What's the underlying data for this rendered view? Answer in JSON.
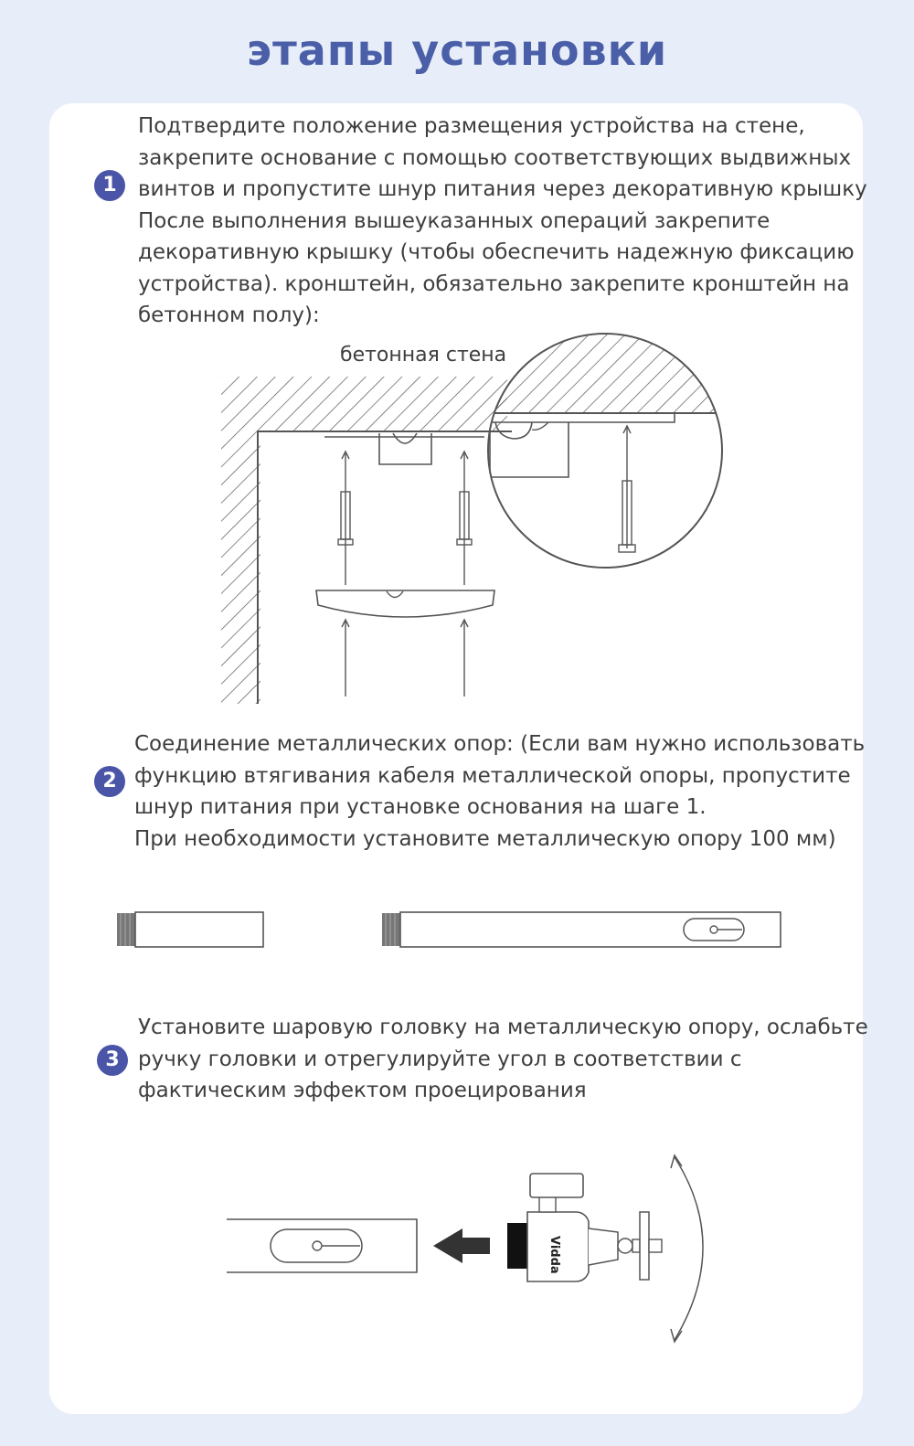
{
  "title": "этапы установки",
  "steps": [
    {
      "number": "1",
      "lines": [
        "Подтвердите положение размещения устройства на стене,",
        "закрепите основание с помощью соответствующих выдвижных",
        "винтов и пропустите шнур питания через декоративную крышку",
        "После выполнения вышеуказанных операций закрепите",
        "декоративную крышку (чтобы обеспечить надежную фиксацию",
        "устройства). кронштейн, обязательно закрепите кронштейн на",
        "бетонном полу):"
      ],
      "diagram_label": "бетонная стена"
    },
    {
      "number": "2",
      "lines": [
        "Соединение металлических опор: (Если вам нужно использовать",
        "функцию втягивания кабеля металлической опоры, пропустите",
        "шнур питания при установке основания на шаге 1.",
        "При необходимости установите металлическую опору 100 мм)"
      ]
    },
    {
      "number": "3",
      "lines": [
        "Установите шаровую головку на металлическую опору, ослабьте",
        "ручку головки и отрегулируйте угол в соответствии с",
        "фактическим эффектом проецирования"
      ],
      "brand_mark": "Vidda"
    }
  ],
  "colors": {
    "page_background": "#e8eef9",
    "title": "#4a5fa8",
    "badge": "#4a55a8",
    "card": "#ffffff",
    "line_art": "#555555"
  }
}
